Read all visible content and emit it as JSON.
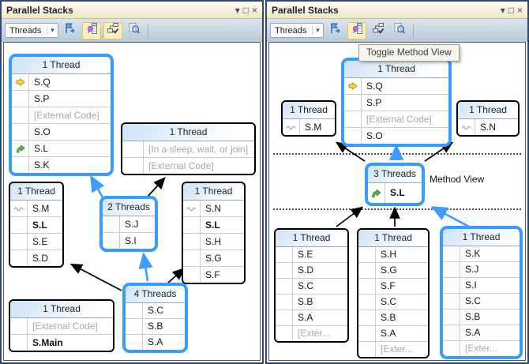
{
  "colors": {
    "highlight_blue": "#379CFE",
    "arrow_black": "#000000",
    "arrow_blue": "#3F9BFE",
    "active_button_bg": "#FDF0BE",
    "titlebar_bg": "#F0E7C4",
    "current_statement_yellow": "#FFDE3C",
    "active_frame_green": "#58BE4A",
    "muted_text": "#A8A8A8"
  },
  "panels": [
    {
      "title": "Parallel Stacks",
      "window_buttons": {
        "menu": "▾",
        "float": "□",
        "close": "×"
      },
      "toolbar": {
        "view_selector": {
          "value": "Threads",
          "arrow": "▾"
        },
        "buttons": [
          {
            "name": "show-only-flagged",
            "icon": "flag-arrow-icon",
            "active": false
          },
          {
            "name": "toggle-method-view",
            "icon": "method-view-pin-icon",
            "active": true
          },
          {
            "name": "auto-scroll-to-current-frame",
            "icon": "diagram-check-icon",
            "active": true
          },
          {
            "name": "toggle-zoom-control",
            "icon": "magnifier-icon",
            "active": false
          }
        ]
      },
      "boxes": [
        {
          "title": "1 Thread",
          "rows": [
            {
              "icon": "current-statement-icon",
              "label": "S.Q"
            },
            {
              "label": "S.P"
            },
            {
              "label": "[External Code]",
              "muted": true
            },
            {
              "label": "S.O"
            },
            {
              "icon": "active-frame-icon",
              "label": "S.L"
            },
            {
              "label": "S.K"
            }
          ]
        },
        {
          "title": "1 Thread",
          "rows": [
            {
              "label": "[In a sleep, wait, or join]",
              "muted": true
            },
            {
              "label": "[External Code]",
              "muted": true
            }
          ]
        },
        {
          "title": "1 Thread",
          "rows": [
            {
              "icon": "wave-icon",
              "label": "S.M"
            },
            {
              "label": "S.L",
              "bold": true
            },
            {
              "label": "S.E"
            },
            {
              "label": "S.D"
            }
          ]
        },
        {
          "title": "2 Threads",
          "rows": [
            {
              "label": "S.J"
            },
            {
              "label": "S.I"
            }
          ]
        },
        {
          "title": "1 Thread",
          "rows": [
            {
              "icon": "wave-icon",
              "label": "S.N"
            },
            {
              "label": "S.L",
              "bold": true
            },
            {
              "label": "S.H"
            },
            {
              "label": "S.G"
            },
            {
              "label": "S.F"
            }
          ]
        },
        {
          "title": "4 Threads",
          "rows": [
            {
              "label": "S.C"
            },
            {
              "label": "S.B"
            },
            {
              "label": "S.A"
            }
          ]
        },
        {
          "title": "1 Thread",
          "rows": [
            {
              "label": "[External Code]",
              "muted": true
            },
            {
              "label": "S.Main",
              "bold": true
            }
          ]
        }
      ]
    },
    {
      "title": "Parallel Stacks",
      "window_buttons": {
        "menu": "▾",
        "float": "□",
        "close": "×"
      },
      "tooltip": "Toggle Method View",
      "annotation": "Method View",
      "toolbar": {
        "view_selector": {
          "value": "Threads",
          "arrow": "▾"
        },
        "buttons": [
          {
            "name": "show-only-flagged",
            "icon": "flag-arrow-icon",
            "active": false
          },
          {
            "name": "toggle-method-view",
            "icon": "method-view-pin-icon",
            "active": true
          },
          {
            "name": "auto-scroll-to-current-frame",
            "icon": "diagram-check-icon",
            "active": false
          },
          {
            "name": "toggle-zoom-control",
            "icon": "magnifier-icon",
            "active": false
          }
        ]
      },
      "boxes": [
        {
          "title": "1 Thread",
          "rows": [
            {
              "icon": "current-statement-icon",
              "label": "S.Q"
            },
            {
              "label": "S.P"
            },
            {
              "label": "[External Code]",
              "muted": true
            },
            {
              "label": "S.O"
            }
          ]
        },
        {
          "title": "1 Thread",
          "rows": [
            {
              "icon": "wave-icon",
              "label": "S.M"
            }
          ]
        },
        {
          "title": "1 Thread",
          "rows": [
            {
              "icon": "wave-icon",
              "label": "S.N"
            }
          ]
        },
        {
          "title": "3 Threads",
          "rows": [
            {
              "icon": "active-frame-icon",
              "label": "S.L",
              "bold": true
            }
          ]
        },
        {
          "title": "1 Thread",
          "rows": [
            {
              "label": "S.E"
            },
            {
              "label": "S.D"
            },
            {
              "label": "S.C"
            },
            {
              "label": "S.B"
            },
            {
              "label": "S.A"
            },
            {
              "label": "[Exter...",
              "muted": true
            }
          ]
        },
        {
          "title": "1 Thread",
          "rows": [
            {
              "label": "S.H"
            },
            {
              "label": "S.G"
            },
            {
              "label": "S.F"
            },
            {
              "label": "S.C"
            },
            {
              "label": "S.B"
            },
            {
              "label": "S.A"
            },
            {
              "label": "[Exter...",
              "muted": true
            }
          ]
        },
        {
          "title": "1 Thread",
          "rows": [
            {
              "label": "S.K"
            },
            {
              "label": "S.J"
            },
            {
              "label": "S.I"
            },
            {
              "label": "S.C"
            },
            {
              "label": "S.B"
            },
            {
              "label": "S.A"
            },
            {
              "label": "[Exter...",
              "muted": true
            }
          ]
        }
      ]
    }
  ]
}
